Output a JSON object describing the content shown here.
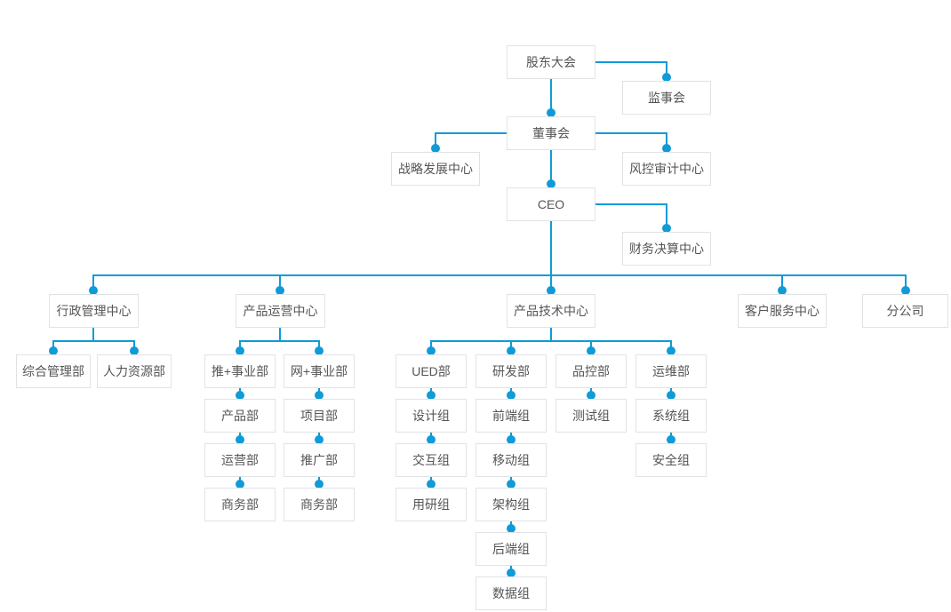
{
  "colors": {
    "line": "#0f9bd8",
    "node_border": "#e0e3e6",
    "node_bg": "#ffffff",
    "text": "#555555",
    "page_bg": "#ffffff"
  },
  "nodes": {
    "shareholders_meeting": {
      "label": "股东大会"
    },
    "supervisory_board": {
      "label": "监事会"
    },
    "board_of_directors": {
      "label": "董事会"
    },
    "strategy_development_center": {
      "label": "战略发展中心"
    },
    "risk_audit_center": {
      "label": "风控审计中心"
    },
    "ceo": {
      "label": "CEO"
    },
    "finance_settlement_center": {
      "label": "财务决算中心"
    },
    "admin_management_center": {
      "label": "行政管理中心"
    },
    "product_operation_center": {
      "label": "产品运营中心"
    },
    "product_technology_center": {
      "label": "产品技术中心"
    },
    "customer_service_center": {
      "label": "客户服务中心"
    },
    "branch_company": {
      "label": "分公司"
    },
    "general_management_dept": {
      "label": "综合管理部"
    },
    "hr_dept": {
      "label": "人力资源部"
    },
    "tui_business_dept": {
      "label": "推+事业部"
    },
    "product_dept": {
      "label": "产品部"
    },
    "operation_dept": {
      "label": "运营部"
    },
    "business_dept_1": {
      "label": "商务部"
    },
    "wang_business_dept": {
      "label": "网+事业部"
    },
    "project_dept": {
      "label": "项目部"
    },
    "promotion_dept": {
      "label": "推广部"
    },
    "business_dept_2": {
      "label": "商务部"
    },
    "ued_dept": {
      "label": "UED部"
    },
    "design_team": {
      "label": "设计组"
    },
    "interaction_team": {
      "label": "交互组"
    },
    "user_research_team": {
      "label": "用研组"
    },
    "rd_dept": {
      "label": "研发部"
    },
    "frontend_team": {
      "label": "前端组"
    },
    "mobile_team": {
      "label": "移动组"
    },
    "architecture_team": {
      "label": "架构组"
    },
    "backend_team": {
      "label": "后端组"
    },
    "data_team": {
      "label": "数据组"
    },
    "qc_dept": {
      "label": "品控部"
    },
    "testing_team": {
      "label": "测试组"
    },
    "ops_dept": {
      "label": "运维部"
    },
    "system_team": {
      "label": "系统组"
    },
    "security_team": {
      "label": "安全组"
    }
  },
  "hierarchy": {
    "shareholders_meeting": [
      "supervisory_board",
      "board_of_directors"
    ],
    "board_of_directors": [
      "strategy_development_center",
      "risk_audit_center",
      "ceo"
    ],
    "ceo": [
      "finance_settlement_center",
      "admin_management_center",
      "product_operation_center",
      "product_technology_center",
      "customer_service_center",
      "branch_company"
    ],
    "admin_management_center": [
      "general_management_dept",
      "hr_dept"
    ],
    "product_operation_center": [
      "tui_business_dept",
      "wang_business_dept"
    ],
    "tui_business_dept": [
      "product_dept"
    ],
    "product_dept": [
      "operation_dept"
    ],
    "operation_dept": [
      "business_dept_1"
    ],
    "wang_business_dept": [
      "project_dept"
    ],
    "project_dept": [
      "promotion_dept"
    ],
    "promotion_dept": [
      "business_dept_2"
    ],
    "product_technology_center": [
      "ued_dept",
      "rd_dept",
      "qc_dept",
      "ops_dept"
    ],
    "ued_dept": [
      "design_team"
    ],
    "design_team": [
      "interaction_team"
    ],
    "interaction_team": [
      "user_research_team"
    ],
    "rd_dept": [
      "frontend_team"
    ],
    "frontend_team": [
      "mobile_team"
    ],
    "mobile_team": [
      "architecture_team"
    ],
    "architecture_team": [
      "backend_team"
    ],
    "backend_team": [
      "data_team"
    ],
    "qc_dept": [
      "testing_team"
    ],
    "ops_dept": [
      "system_team"
    ],
    "system_team": [
      "security_team"
    ]
  }
}
